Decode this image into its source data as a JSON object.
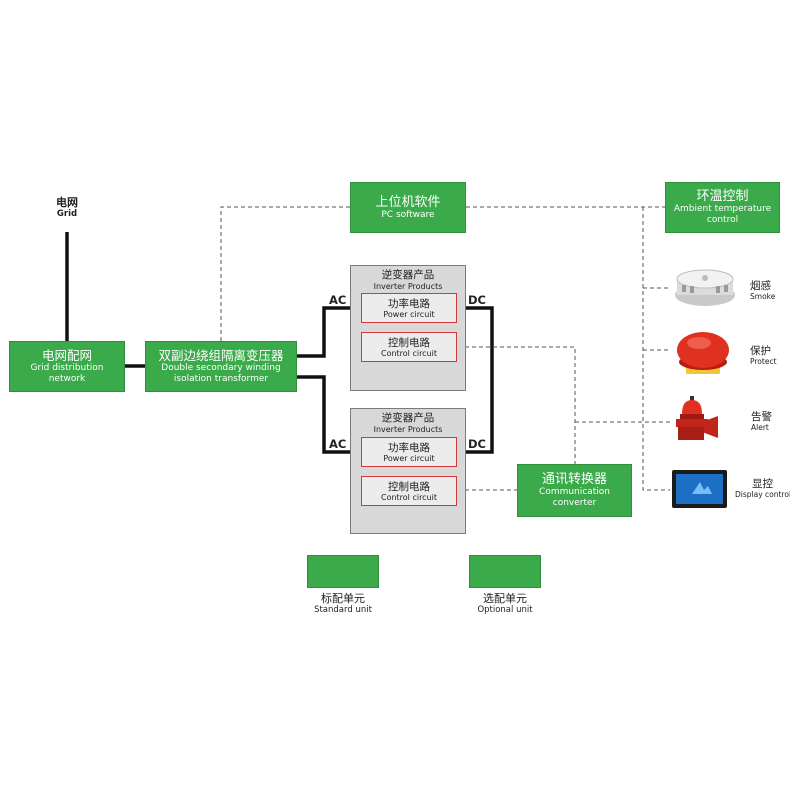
{
  "grid": {
    "zh": "电网",
    "en": "Grid"
  },
  "grid_distribution": {
    "zh": "电网配网",
    "en1": "Grid distribution",
    "en2": "network"
  },
  "transformer": {
    "zh": "双副边绕组隔离变压器",
    "en1": "Double secondary winding",
    "en2": "isolation transformer"
  },
  "pc_software": {
    "zh": "上位机软件",
    "en": "PC software"
  },
  "ambient": {
    "zh": "环温控制",
    "en1": "Ambient temperature",
    "en2": "control"
  },
  "inverters": [
    {
      "title_zh": "逆变器产品",
      "title_en": "Inverter Products",
      "power_zh": "功率电路",
      "power_en": "Power circuit",
      "control_zh": "控制电路",
      "control_en": "Control circuit",
      "ac": "AC",
      "dc": "DC"
    },
    {
      "title_zh": "逆变器产品",
      "title_en": "Inverter Products",
      "power_zh": "功率电路",
      "power_en": "Power circuit",
      "control_zh": "控制电路",
      "control_en": "Control circuit",
      "ac": "AC",
      "dc": "DC"
    }
  ],
  "comm_converter": {
    "zh": "通讯转换器",
    "en1": "Communication",
    "en2": "converter"
  },
  "devices": [
    {
      "zh": "烟感",
      "en": "Smoke",
      "icon": "smoke-detector-icon"
    },
    {
      "zh": "保护",
      "en": "Protect",
      "icon": "emergency-stop-icon"
    },
    {
      "zh": "告警",
      "en": "Alert",
      "icon": "alarm-siren-icon"
    },
    {
      "zh": "显控",
      "en": "Display control",
      "icon": "display-screen-icon"
    }
  ],
  "legend": [
    {
      "zh": "标配单元",
      "en": "Standard unit"
    },
    {
      "zh": "选配单元",
      "en": "Optional unit"
    }
  ],
  "colors": {
    "unit_green": "#3aaa4a",
    "circuit_red": "#d23a3a",
    "inverter_gray": "#d8d8d8"
  }
}
